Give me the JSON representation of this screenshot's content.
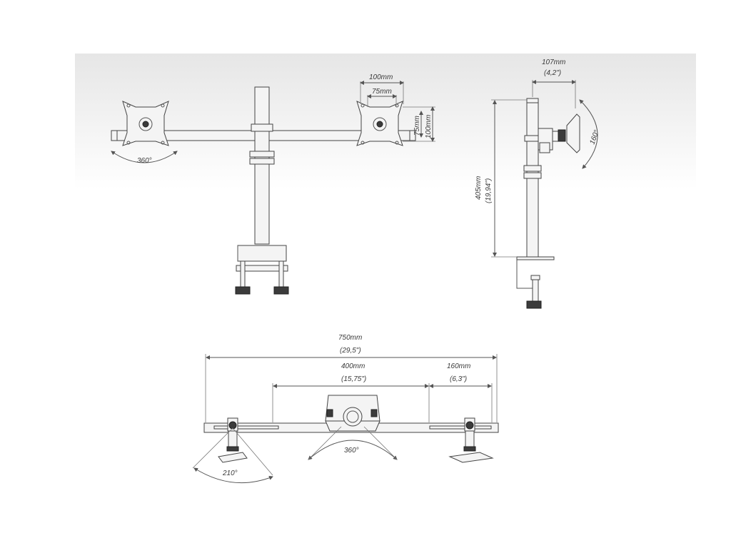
{
  "front_view": {
    "rotation_left": "360°",
    "vesa_outer": "100mm",
    "vesa_inner": "75mm",
    "vesa_v_inner": "75mm",
    "vesa_v_outer": "100mm"
  },
  "side_view": {
    "depth_mm": "107mm",
    "depth_in": "(4,2\")",
    "height_mm": "405mm",
    "height_in": "(19,94\")",
    "tilt": "160°"
  },
  "top_view": {
    "total_mm": "750mm",
    "total_in": "(29,5\")",
    "center_mm": "400mm",
    "center_in": "(15,75\")",
    "arm_mm": "160mm",
    "arm_in": "(6,3\")",
    "rotation_center": "360°",
    "rotation_side": "210°"
  }
}
